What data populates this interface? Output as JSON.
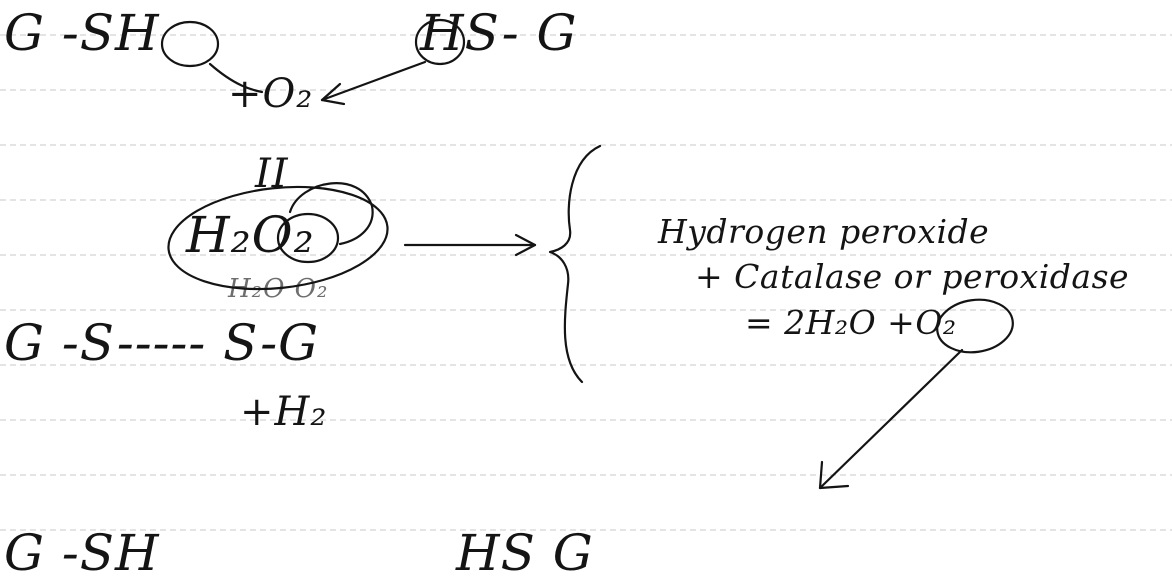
{
  "notes": {
    "line1_left": "G -SH",
    "line1_right": "HS- G",
    "line2": "+O₂",
    "line3_mark": "II",
    "line4_formula": "H₂O₂",
    "line4_sub": "H₂O  O₂",
    "line5_main": "G  -S----- S-G",
    "line6": "+H₂",
    "line7_left": "G  -SH",
    "line7_right": "HS  G",
    "reaction_note": {
      "line1": "Hydrogen peroxide",
      "line2": "+ Catalase or peroxidase",
      "line3": "= 2H₂O +O₂"
    }
  },
  "colors": {
    "ink": "#141414",
    "ruling": "#c9c9c9"
  }
}
